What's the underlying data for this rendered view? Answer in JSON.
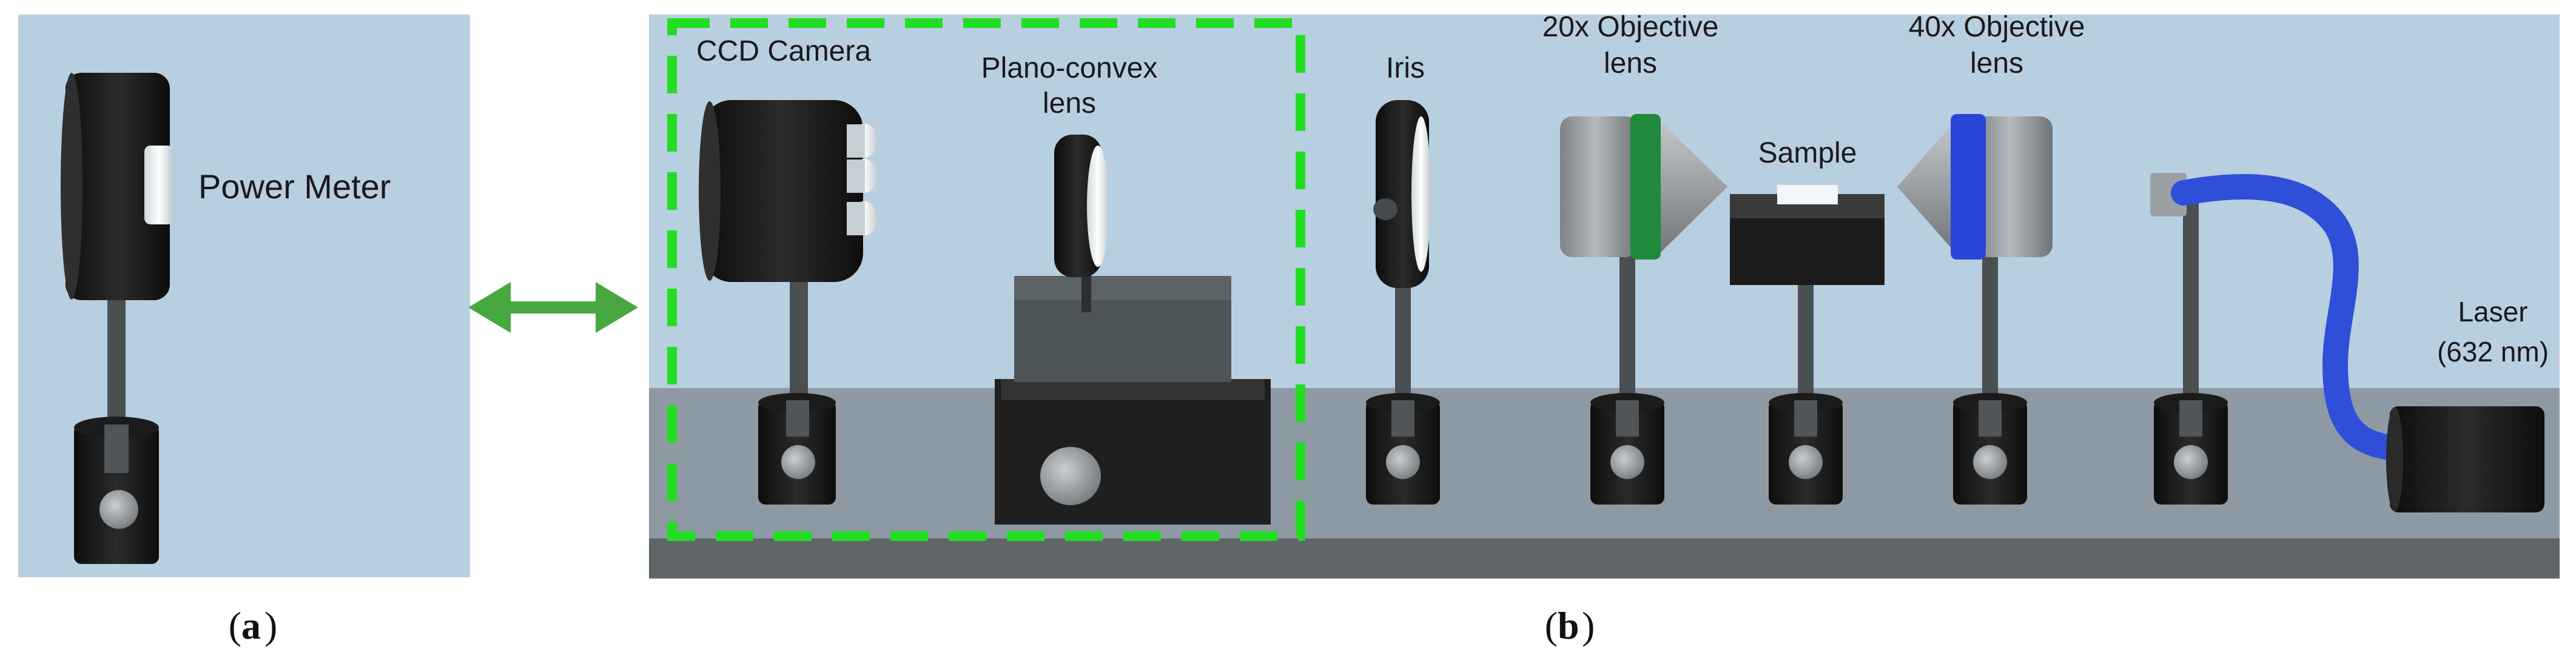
{
  "panel_a": {
    "label": "Power Meter",
    "caption_open": "(",
    "caption_letter": "a",
    "caption_close": ")"
  },
  "panel_b": {
    "caption_open": "(",
    "caption_letter": "b",
    "caption_close": ")",
    "ccd_camera": "CCD Camera",
    "planoconvex_line1": "Plano-convex",
    "planoconvex_line2": "lens",
    "iris": "Iris",
    "obj20_line1": "20x Objective",
    "obj20_line2": "lens",
    "sample": "Sample",
    "obj40_line1": "40x Objective",
    "obj40_line2": "lens",
    "laser_line1": "Laser",
    "laser_line2": "(632 nm)"
  },
  "colors": {
    "background_sky": "#b8cfe0",
    "floor": "#8e9aa3",
    "rail": "#5f6569",
    "dashed_box": "#22dd22",
    "arrow": "#46a83e",
    "ring_20x": "#1f8a3a",
    "ring_40x": "#2b45d8",
    "fiber": "#2f4fd8"
  }
}
